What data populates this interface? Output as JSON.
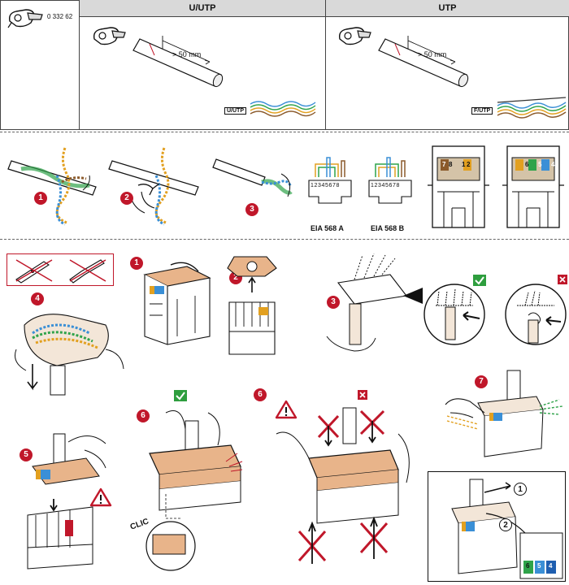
{
  "header": {
    "part_number": "0 332 62",
    "col_uutp": "U/UTP",
    "col_utp": "UTP"
  },
  "cable_prep": {
    "left_dim": "> 50 mm",
    "left_tag": "U/UTP",
    "right_dim": "> 50 mm",
    "right_tag": "F/UTP"
  },
  "wiring": {
    "steps": [
      "1",
      "2",
      "3"
    ],
    "pin_labels_a": "12345678",
    "pin_labels_b": "12345678",
    "std_a": "EIA 568 A",
    "std_b": "EIA 568 B",
    "jack_a_pins": [
      "7",
      "8",
      "1",
      "2"
    ],
    "jack_b_pins": [
      "6",
      "5",
      "4"
    ]
  },
  "assembly": {
    "steps": [
      "1",
      "2",
      "3",
      "4",
      "5",
      "6",
      "6",
      "7"
    ],
    "clic": "CLIC",
    "detail_steps": [
      "1",
      "2"
    ],
    "detail_pins": [
      "6",
      "5",
      "4"
    ]
  },
  "colors": {
    "accent": "#c0172a",
    "ok": "#2e9e3e",
    "connector": "#e8b48a",
    "header_bg": "#d9d9d9"
  }
}
